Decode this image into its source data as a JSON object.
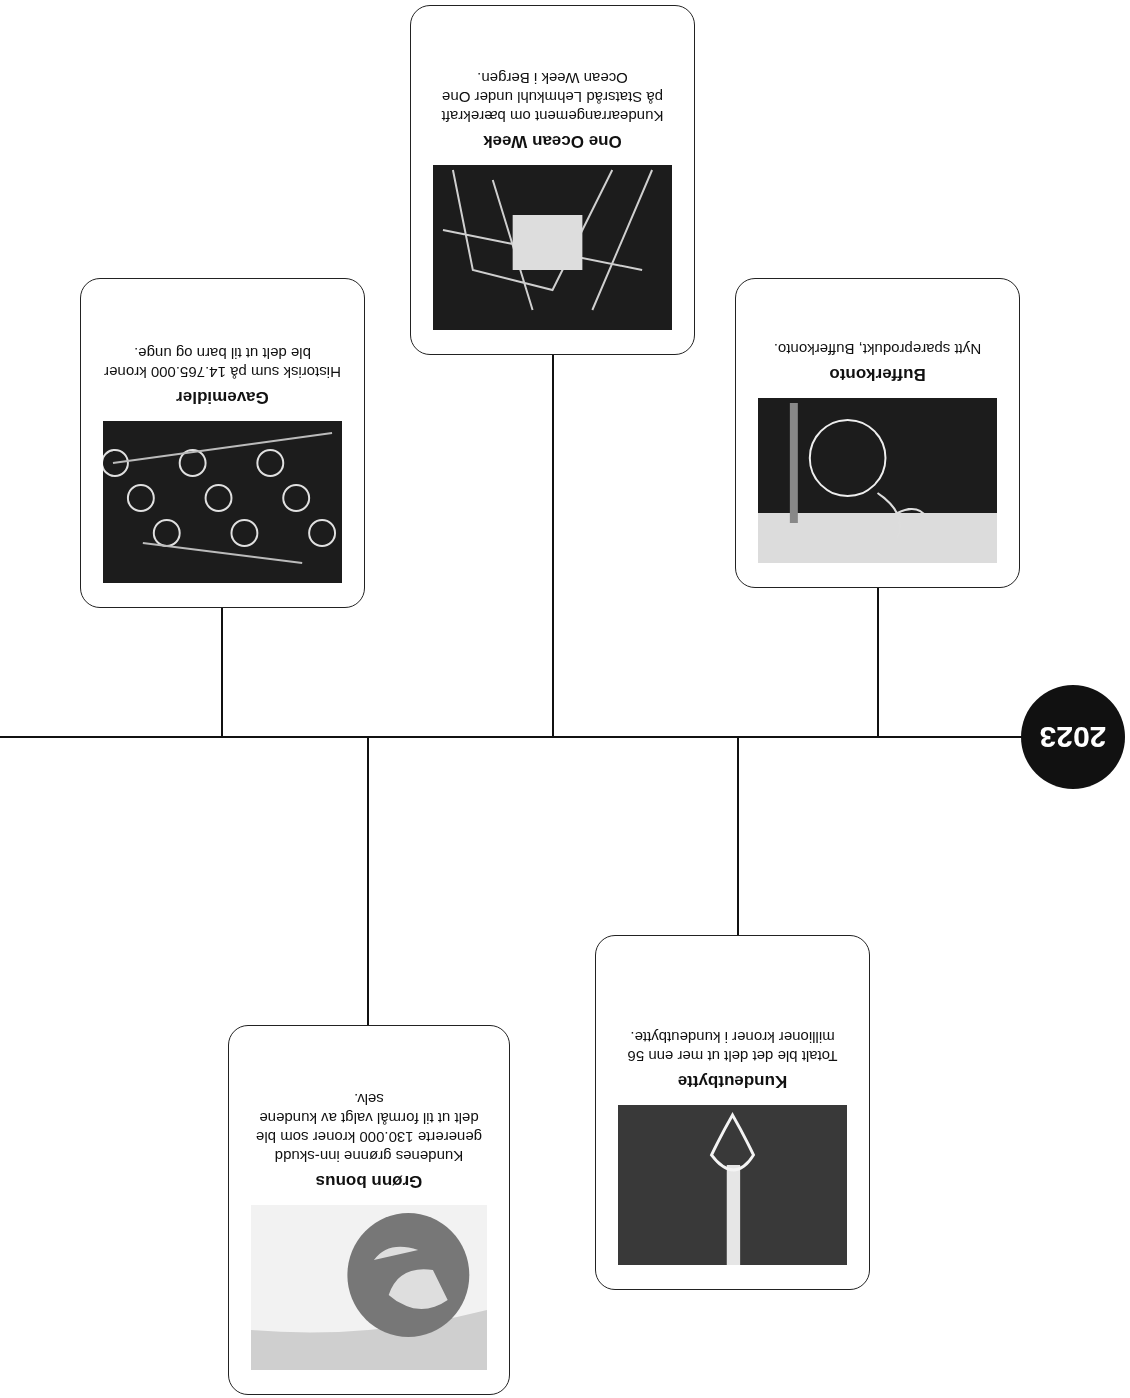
{
  "diagram": {
    "nodes": [
      {
        "text": [
          "2023"
        ]
      },
      {
        "text": [
          "Bufferkonto",
          "Nytt spareprodukt, Bufferkonto."
        ]
      },
      {
        "text": [
          "Kundeutbytte",
          "Totalt ble det delt ut mer enn 56 millioner kroner i kundeutbytte."
        ]
      },
      {
        "text": [
          "One Ocean Week",
          "Kundearrangement om bærekraft på Statsråd Lehmkuhl under One Ocean Week i Bergen."
        ]
      },
      {
        "text": [
          "Grønn bonus",
          "Kundenes grønne inn-skudd genererte 130.000 kroner som ble delt ut til formål valgt av kundene selv."
        ]
      },
      {
        "text": [
          "Gavemidler",
          "Historisk sum på 14.765.000 kroner ble delt ut til barn og unge."
        ]
      }
    ]
  }
}
